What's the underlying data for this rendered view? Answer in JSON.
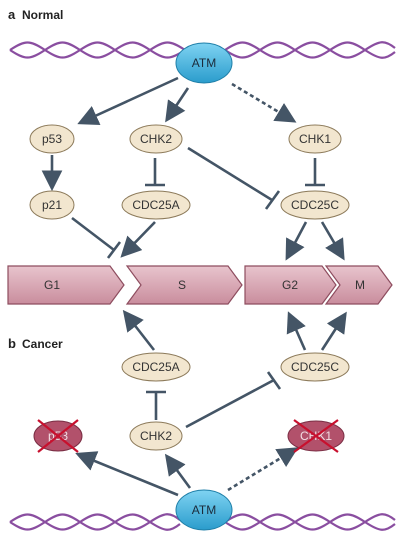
{
  "panels": {
    "a": {
      "letter": "a",
      "title": "Normal"
    },
    "b": {
      "letter": "b",
      "title": "Cancer"
    }
  },
  "nodes": {
    "atm": "ATM",
    "p53": "p53",
    "chk2": "CHK2",
    "chk1": "CHK1",
    "p21": "p21",
    "cdc25a": "CDC25A",
    "cdc25c": "CDC25C"
  },
  "phases": {
    "g1": "G1",
    "s": "S",
    "g2": "G2",
    "m": "M"
  },
  "colors": {
    "node_fill": "#f2e6cf",
    "node_stroke": "#8c7a5a",
    "atm_fill": "#3fb4e0",
    "inactive_fill": "#b2516b",
    "cross": "#c8102e",
    "arrow": "#445566",
    "phase_fill": "#d4a0ae",
    "phase_stroke": "#8e4d5f",
    "dna": "#8a4ea0"
  }
}
